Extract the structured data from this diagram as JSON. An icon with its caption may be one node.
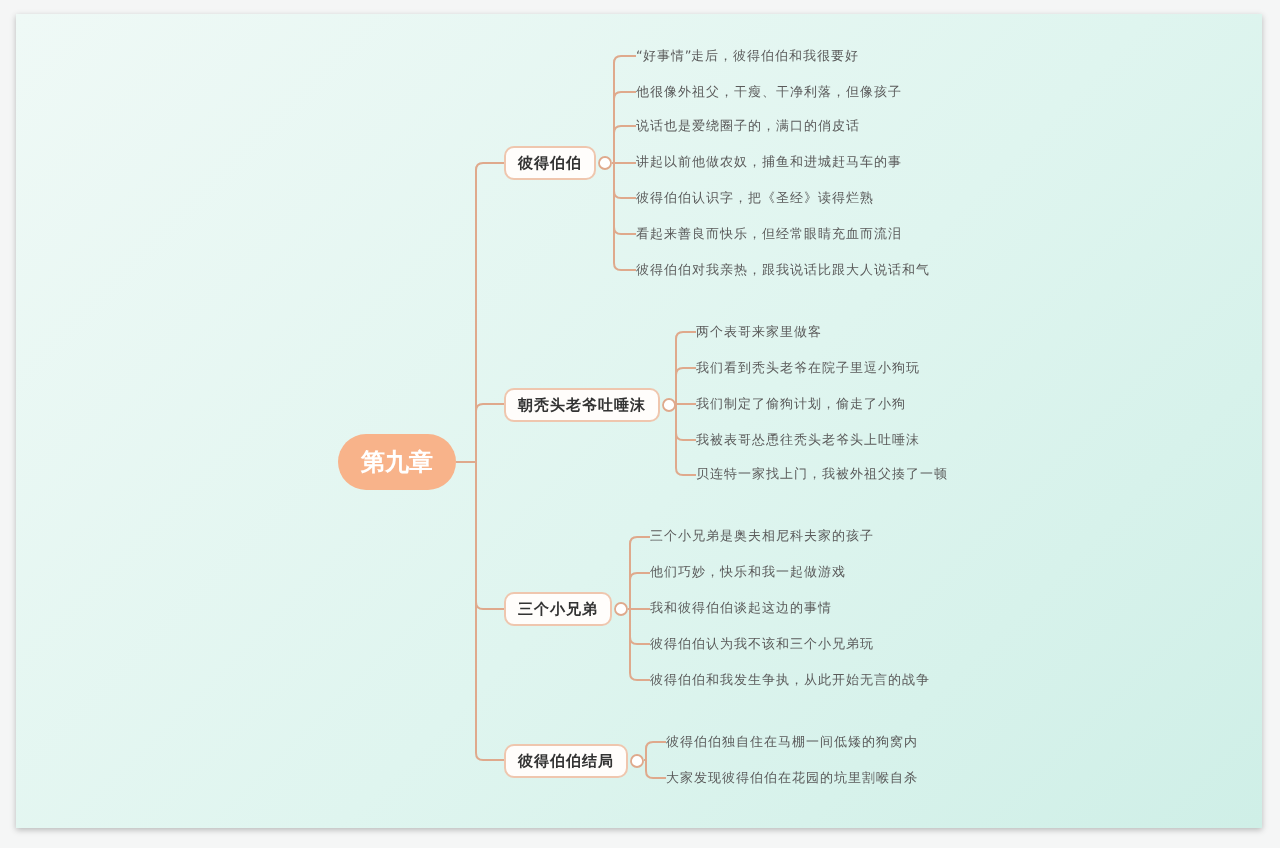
{
  "diagram": {
    "nodes": [
      {
        "text": [
          "第九章"
        ]
      },
      {
        "text": [
          "彼得伯伯"
        ]
      },
      {
        "text": [
          "“好事情”走后，彼得伯伯和我很要好"
        ]
      },
      {
        "text": [
          "他很像外祖父，干瘦、干净利落，但像孩子"
        ]
      },
      {
        "text": [
          "说话也是爱绕圈子的，满口的俏皮话"
        ]
      },
      {
        "text": [
          "讲起以前他做农奴，捕鱼和进城赶马车的事"
        ]
      },
      {
        "text": [
          "彼得伯伯认识字，把《圣经》读得烂熟"
        ]
      },
      {
        "text": [
          "看起来善良而快乐，但经常眼睛充血而流泪"
        ]
      },
      {
        "text": [
          "彼得伯伯对我亲热，跟我说话比跟大人说话和气"
        ]
      },
      {
        "text": [
          "朝秃头老爷吐唾沫"
        ]
      },
      {
        "text": [
          "两个表哥来家里做客"
        ]
      },
      {
        "text": [
          "我们看到秃头老爷在院子里逗小狗玩"
        ]
      },
      {
        "text": [
          "我们制定了偷狗计划，偷走了小狗"
        ]
      },
      {
        "text": [
          "我被表哥怂恿往秃头老爷头上吐唾沫"
        ]
      },
      {
        "text": [
          "贝连特一家找上门，我被外祖父揍了一顿"
        ]
      },
      {
        "text": [
          "三个小兄弟"
        ]
      },
      {
        "text": [
          "三个小兄弟是奥夫相尼科夫家的孩子"
        ]
      },
      {
        "text": [
          "他们巧妙，快乐和我一起做游戏"
        ]
      },
      {
        "text": [
          "我和彼得伯伯谈起这边的事情"
        ]
      },
      {
        "text": [
          "彼得伯伯认为我不该和三个小兄弟玩"
        ]
      },
      {
        "text": [
          "彼得伯伯和我发生争执，从此开始无言的战争"
        ]
      },
      {
        "text": [
          "彼得伯伯结局"
        ]
      },
      {
        "text": [
          "彼得伯伯独自住在马棚一间低矮的狗窝内"
        ]
      },
      {
        "text": [
          "大家发现彼得伯伯在花园的坑里割喉自杀"
        ]
      }
    ],
    "edges": [
      {
        "from": 0,
        "to": 1,
        "arrow": "none"
      },
      {
        "from": 1,
        "to": 2,
        "arrow": "none"
      },
      {
        "from": 1,
        "to": 3,
        "arrow": "none"
      },
      {
        "from": 1,
        "to": 4,
        "arrow": "none"
      },
      {
        "from": 1,
        "to": 5,
        "arrow": "none"
      },
      {
        "from": 1,
        "to": 6,
        "arrow": "none"
      },
      {
        "from": 1,
        "to": 7,
        "arrow": "none"
      },
      {
        "from": 1,
        "to": 8,
        "arrow": "none"
      },
      {
        "from": 0,
        "to": 9,
        "arrow": "none"
      },
      {
        "from": 9,
        "to": 10,
        "arrow": "none"
      },
      {
        "from": 9,
        "to": 11,
        "arrow": "none"
      },
      {
        "from": 9,
        "to": 12,
        "arrow": "none"
      },
      {
        "from": 9,
        "to": 13,
        "arrow": "none"
      },
      {
        "from": 9,
        "to": 14,
        "arrow": "none"
      },
      {
        "from": 0,
        "to": 15,
        "arrow": "none"
      },
      {
        "from": 15,
        "to": 16,
        "arrow": "none"
      },
      {
        "from": 15,
        "to": 17,
        "arrow": "none"
      },
      {
        "from": 15,
        "to": 18,
        "arrow": "none"
      },
      {
        "from": 15,
        "to": 19,
        "arrow": "none"
      },
      {
        "from": 15,
        "to": 20,
        "arrow": "none"
      },
      {
        "from": 0,
        "to": 21,
        "arrow": "none"
      },
      {
        "from": 21,
        "to": 22,
        "arrow": "none"
      },
      {
        "from": 21,
        "to": 23,
        "arrow": "none"
      }
    ]
  }
}
